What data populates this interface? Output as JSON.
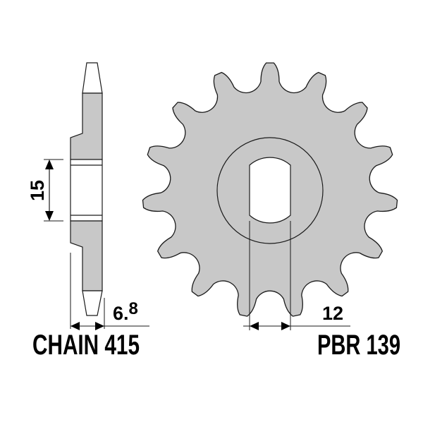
{
  "side_view": {
    "chain_label": "CHAIN 415",
    "hub_dimension": "15",
    "width_dimension_main": "6.",
    "width_dimension_sup": "8"
  },
  "front_view": {
    "part_number": "PBR 139",
    "bore_dimension": "12",
    "teeth_count": 15
  },
  "colors": {
    "fill": "#c8c8c8",
    "stroke": "#1a1a1a",
    "background": "#ffffff"
  }
}
